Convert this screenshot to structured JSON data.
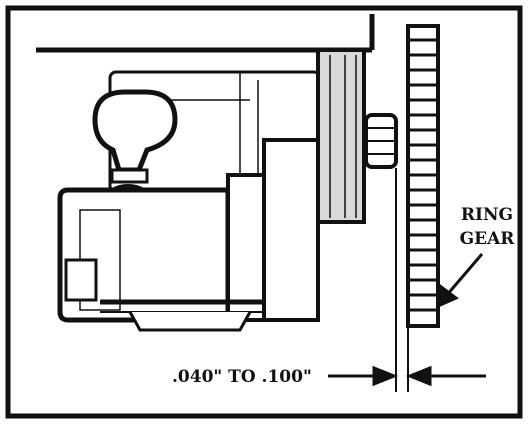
{
  "figure": {
    "callout_label_line1": "RING",
    "callout_label_line2": "GEAR",
    "clearance_dimension": ".040\" TO .100\""
  },
  "colors": {
    "ink": "#111111",
    "paper": "#ffffff",
    "shade": "#d9d9d9"
  }
}
